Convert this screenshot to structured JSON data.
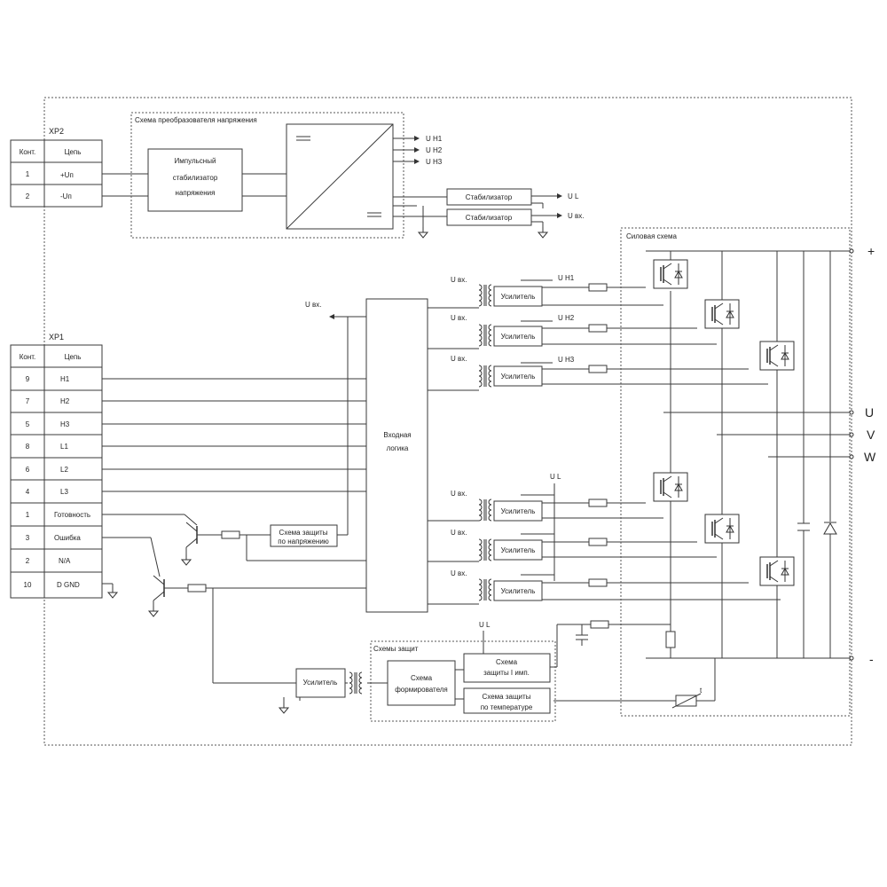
{
  "xp2": {
    "title": "XP2",
    "header": {
      "kont": "Конт.",
      "tsep": "Цепь"
    },
    "rows": [
      {
        "kont": "1",
        "tsep": "+Uп"
      },
      {
        "kont": "2",
        "tsep": "-Uп"
      }
    ]
  },
  "converter": {
    "title": "Схема преобразователя напряжения",
    "stab_line1": "Импульсный",
    "stab_line2": "стабилизатор",
    "stab_line3": "напряжения",
    "outputs": [
      "U H1",
      "U H2",
      "U H3"
    ],
    "stabilizer_label": "Стабилизатор",
    "stab_out_1": "U L",
    "stab_out_2": "U вх."
  },
  "power": {
    "title": "Силовая схема",
    "plus": "+",
    "minus": "-",
    "u": "U",
    "v": "V",
    "w": "W",
    "thermistor_t": "t"
  },
  "xp1": {
    "title": "XP1",
    "header": {
      "kont": "Конт.",
      "tsep": "Цепь"
    },
    "rows": [
      {
        "kont": "9",
        "tsep": "H1"
      },
      {
        "kont": "7",
        "tsep": "H2"
      },
      {
        "kont": "5",
        "tsep": "H3"
      },
      {
        "kont": "8",
        "tsep": "L1"
      },
      {
        "kont": "6",
        "tsep": "L2"
      },
      {
        "kont": "4",
        "tsep": "L3"
      },
      {
        "kont": "1",
        "tsep": "Готовность"
      },
      {
        "kont": "3",
        "tsep": "Ошибка"
      },
      {
        "kont": "2",
        "tsep": "N/A"
      },
      {
        "kont": "10",
        "tsep": "D GND"
      }
    ]
  },
  "logic": {
    "line1": "Входная",
    "line2": "логика",
    "uin": "U вх."
  },
  "amplifiers": {
    "label": "Усилитель",
    "input": "U вх.",
    "high_outputs": [
      "U H1",
      "U H2",
      "U H3"
    ],
    "low_output": "U L"
  },
  "voltage_protection": {
    "line1": "Схема  защиты",
    "line2": "по напряжению"
  },
  "protections": {
    "title": "Схемы защит",
    "supply": "U L",
    "amplifier": "Усилитель",
    "former_1": "Схема",
    "former_2": "формирователя",
    "current_1": "Схема",
    "current_2": "защиты I имп.",
    "temp_1": "Схема защиты",
    "temp_2": "по температуре"
  }
}
